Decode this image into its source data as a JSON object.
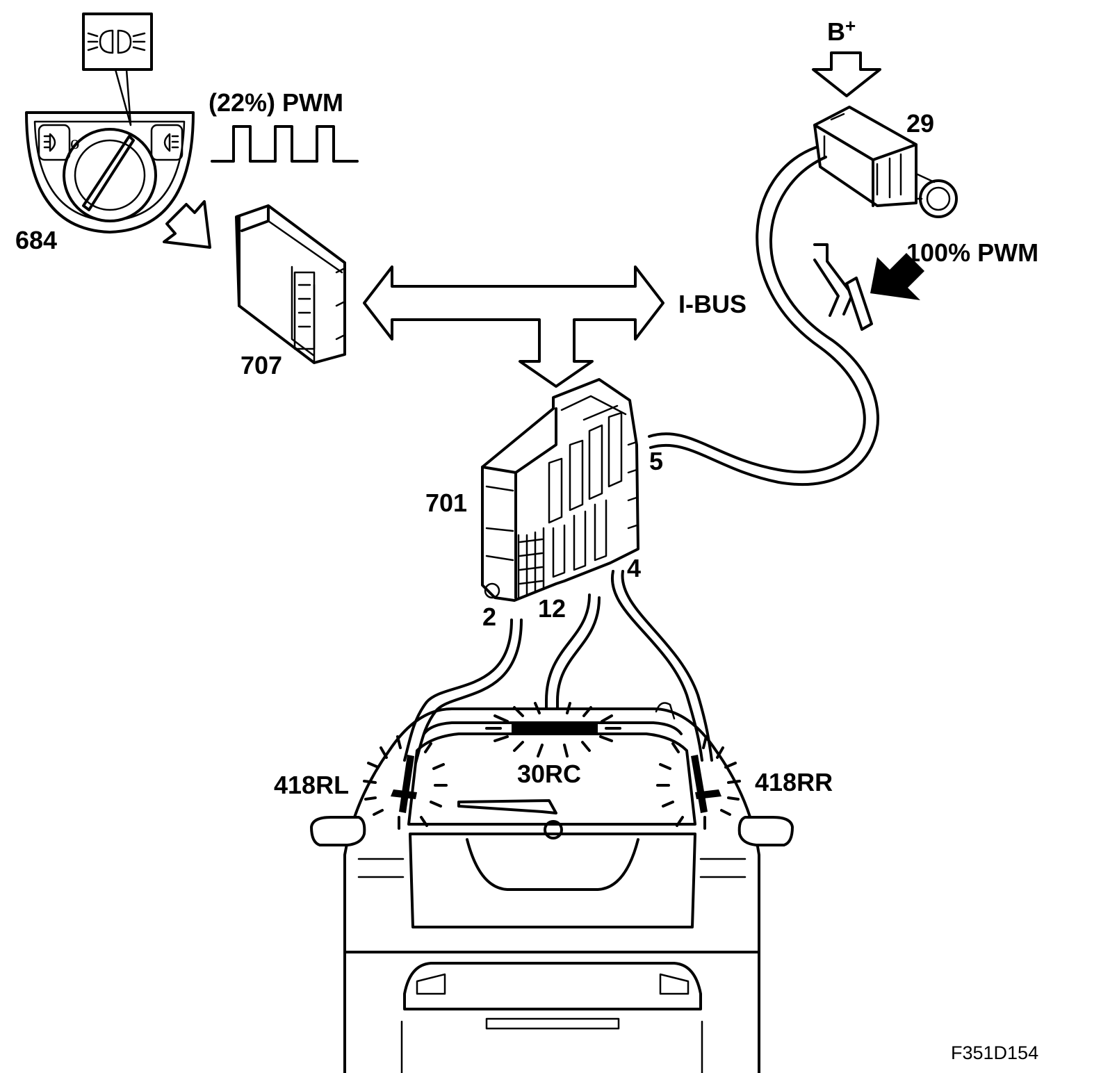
{
  "labels": {
    "switch": "684",
    "pwm_22": "(22%) PWM",
    "module_707": "707",
    "bus": "I-BUS",
    "module_701": "701",
    "battery": "B",
    "battery_sup": "+",
    "brake_switch": "29",
    "pwm_100": "100% PWM",
    "pin_5": "5",
    "pin_4": "4",
    "pin_2": "2",
    "pin_12": "12",
    "lamp_rl": "418RL",
    "lamp_rc": "30RC",
    "lamp_rr": "418RR",
    "figure_id": "F351D154"
  }
}
